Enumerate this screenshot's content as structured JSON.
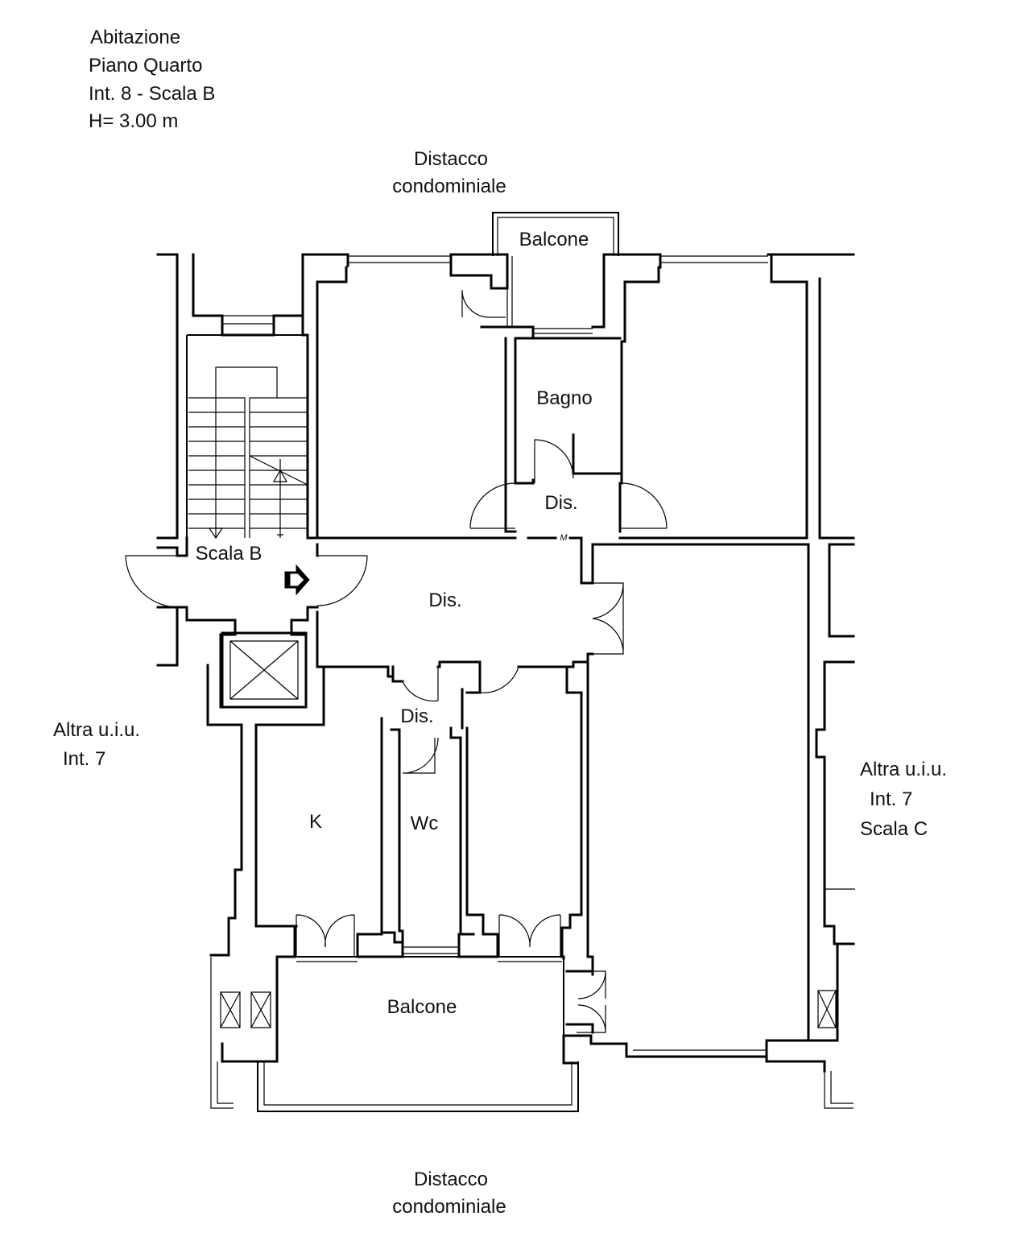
{
  "header": {
    "line1": "Abitazione",
    "line2": "Piano Quarto",
    "line3": "Int. 8 - Scala B",
    "line4": "H= 3.00 m"
  },
  "top_label": {
    "line1": "Distacco",
    "line2": "condominiale"
  },
  "bottom_label": {
    "line1": "Distacco",
    "line2": "condominiale"
  },
  "left_label": {
    "line1": "Altra u.i.u.",
    "line2": "Int. 7"
  },
  "right_label": {
    "line1": "Altra u.i.u.",
    "line2": "Int. 7",
    "line3": "Scala C"
  },
  "rooms": {
    "balcone_top": "Balcone",
    "bagno": "Bagno",
    "dis_upper": "Dis.",
    "scala": "Scala B",
    "dis_main": "Dis.",
    "dis_small": "Dis.",
    "kitchen": "K",
    "wc": "Wc",
    "balcone_bottom": "Balcone"
  },
  "north_mark": "M"
}
